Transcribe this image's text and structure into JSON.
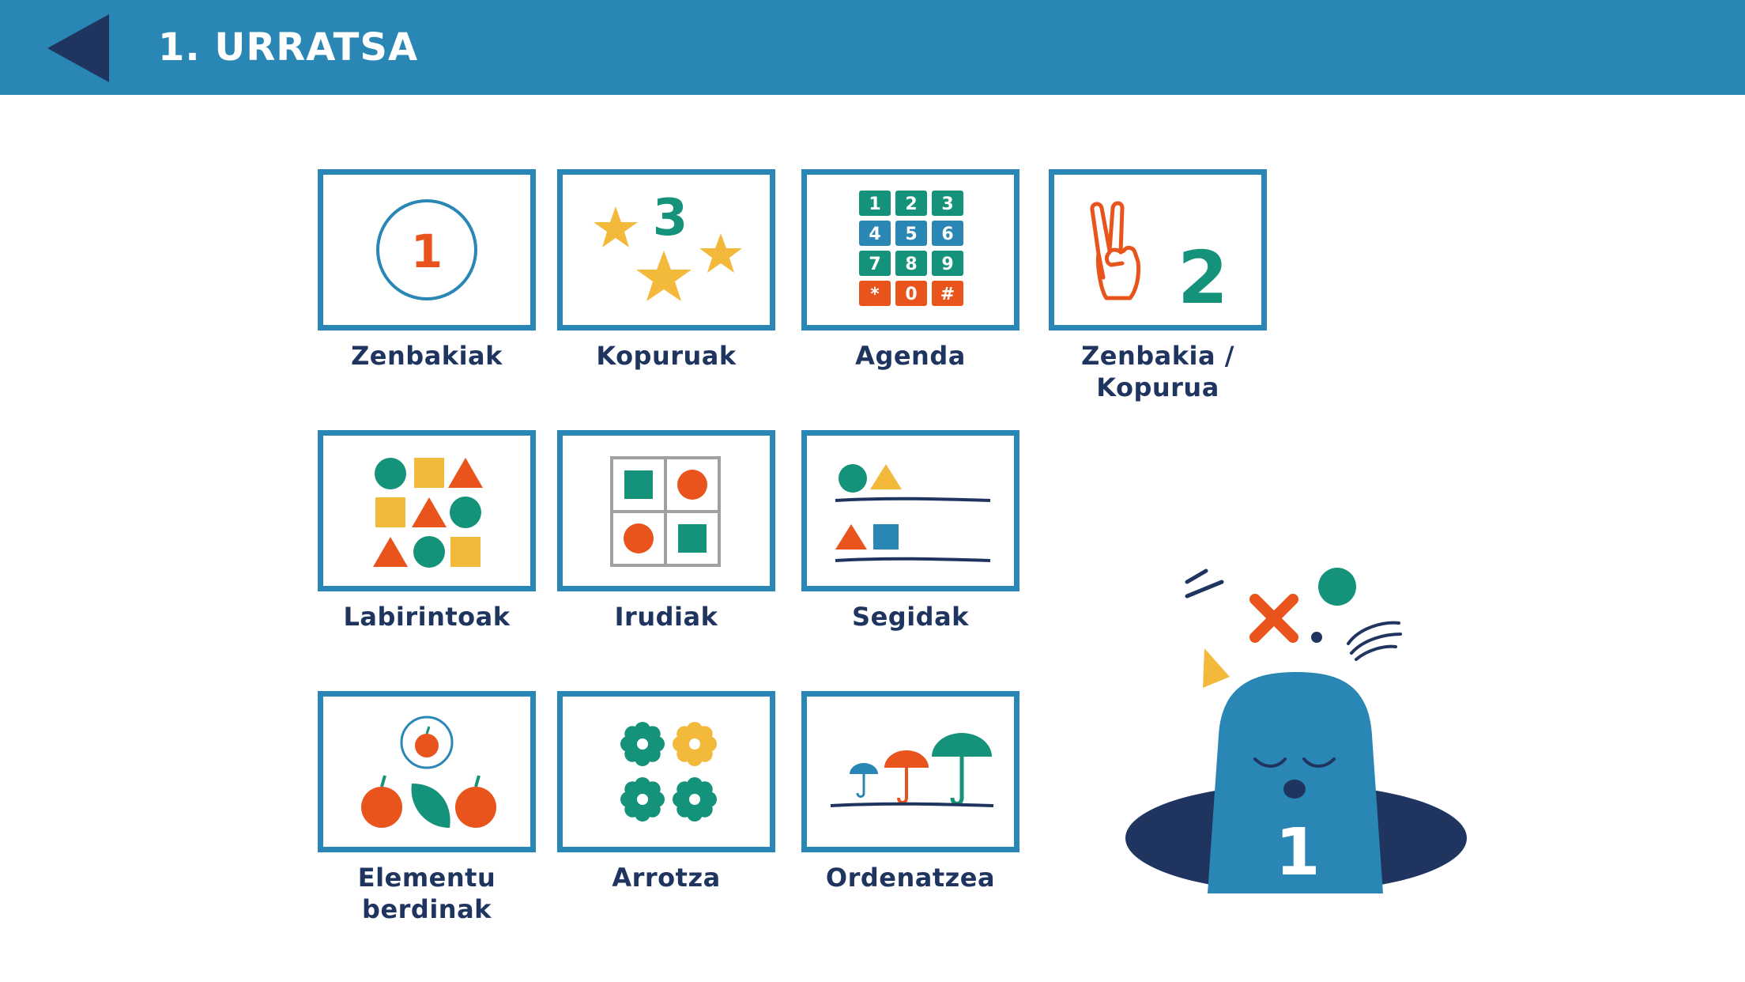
{
  "header": {
    "title": "1. URRATSA",
    "back_icon": "back-triangle-icon"
  },
  "colors": {
    "header": "#2a87b5",
    "tile_border": "#2a87b5",
    "label": "#1f3560",
    "green": "#14927a",
    "orange": "#e8541b",
    "yellow": "#f2b93b",
    "blue": "#2a87b5"
  },
  "tiles": [
    {
      "label": "Zenbakiak",
      "icon": "number-one-circle-icon"
    },
    {
      "label": "Kopuruak",
      "icon": "three-stars-icon",
      "number": "3"
    },
    {
      "label": "Agenda",
      "icon": "keypad-icon",
      "keys": [
        "1",
        "2",
        "3",
        "4",
        "5",
        "6",
        "7",
        "8",
        "9",
        "*",
        "0",
        "#"
      ]
    },
    {
      "label": "Zenbakia / Kopurua",
      "icon": "two-fingers-icon",
      "number": "2"
    },
    {
      "label": "Labirintoak",
      "icon": "shapes-grid-icon"
    },
    {
      "label": "Irudiak",
      "icon": "shapes-window-icon"
    },
    {
      "label": "Segidak",
      "icon": "shape-sequence-icon"
    },
    {
      "label": "Elementu berdinak",
      "icon": "apples-leaf-icon"
    },
    {
      "label": "Arrotza",
      "icon": "flowers-icon"
    },
    {
      "label": "Ordenatzea",
      "icon": "umbrellas-icon"
    }
  ],
  "mascot": {
    "number": "1",
    "icon": "confused-mole-mascot-icon"
  }
}
